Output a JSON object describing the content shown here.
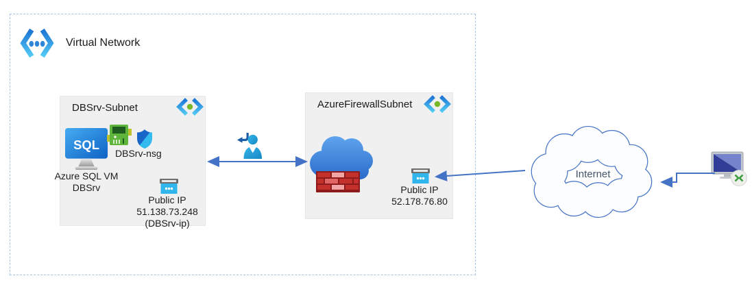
{
  "vnet": {
    "label": "Virtual Network"
  },
  "db_subnet": {
    "name": "DBSrv-Subnet",
    "nsg_label": "DBSrv-nsg",
    "sql_logo": "SQL",
    "vm_line1": "Azure SQL VM",
    "vm_line2": "DBSrv",
    "pip_label": "Public IP",
    "pip_address": "51.138.73.248",
    "pip_alias": "(DBSrv-ip)"
  },
  "fw_subnet": {
    "name": "AzureFirewallSubnet",
    "pip_label": "Public IP",
    "pip_address": "52.178.76.80"
  },
  "internet": {
    "label": "Internet"
  },
  "icons": {
    "vnet": "virtual-network-icon",
    "subnet": "subnet-icon",
    "sql_vm": "azure-sql-vm-icon",
    "nic": "network-interface-card-icon",
    "nsg": "nsg-shield-icon",
    "public_ip": "public-ip-icon",
    "firewall": "azure-firewall-icon",
    "remote_user": "remote-user-icon",
    "client_pc": "client-computer-rdp-icon"
  },
  "colors": {
    "arrow": "#4472C4",
    "boundary_dash": "#A5C6E8",
    "subnet_fill": "#F0F0F0",
    "internet_label": "#44546A",
    "firewall_cloud": "#3C7EDB",
    "brick_red": "#C4302B",
    "public_ip_cyan": "#30B6EC"
  }
}
